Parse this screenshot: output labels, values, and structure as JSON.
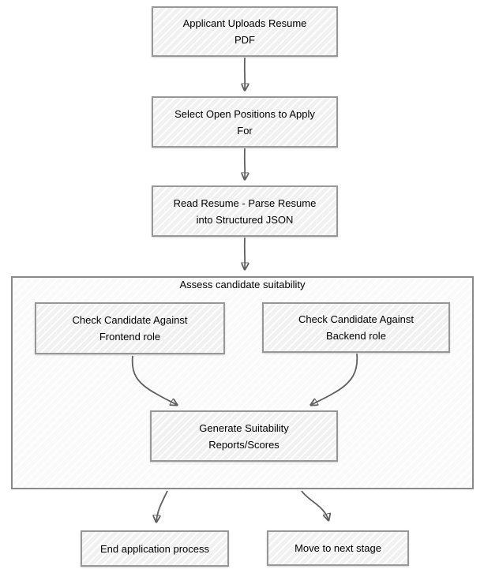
{
  "group": {
    "label": "Assess candidate suitability"
  },
  "nodes": [
    {
      "id": "upload-resume",
      "lines": [
        "Applicant Uploads Resume",
        "PDF"
      ]
    },
    {
      "id": "select-positions",
      "lines": [
        "Select Open Positions to Apply",
        "For"
      ]
    },
    {
      "id": "parse-resume",
      "lines": [
        "Read Resume - Parse Resume",
        "into Structured JSON"
      ]
    },
    {
      "id": "check-frontend",
      "lines": [
        "Check Candidate Against",
        "Frontend role"
      ]
    },
    {
      "id": "check-backend",
      "lines": [
        "Check Candidate Against",
        "Backend role"
      ]
    },
    {
      "id": "generate-reports",
      "lines": [
        "Generate Suitability",
        "Reports/Scores"
      ]
    },
    {
      "id": "end-process",
      "lines": [
        "End application process"
      ]
    },
    {
      "id": "next-stage",
      "lines": [
        "Move to next stage"
      ]
    }
  ],
  "colors": {
    "node_border": "#979797",
    "node_fill": "#f1f1f1",
    "group_border": "#8a8a8a",
    "arrow": "#5f5f5f",
    "text": "#000000"
  }
}
